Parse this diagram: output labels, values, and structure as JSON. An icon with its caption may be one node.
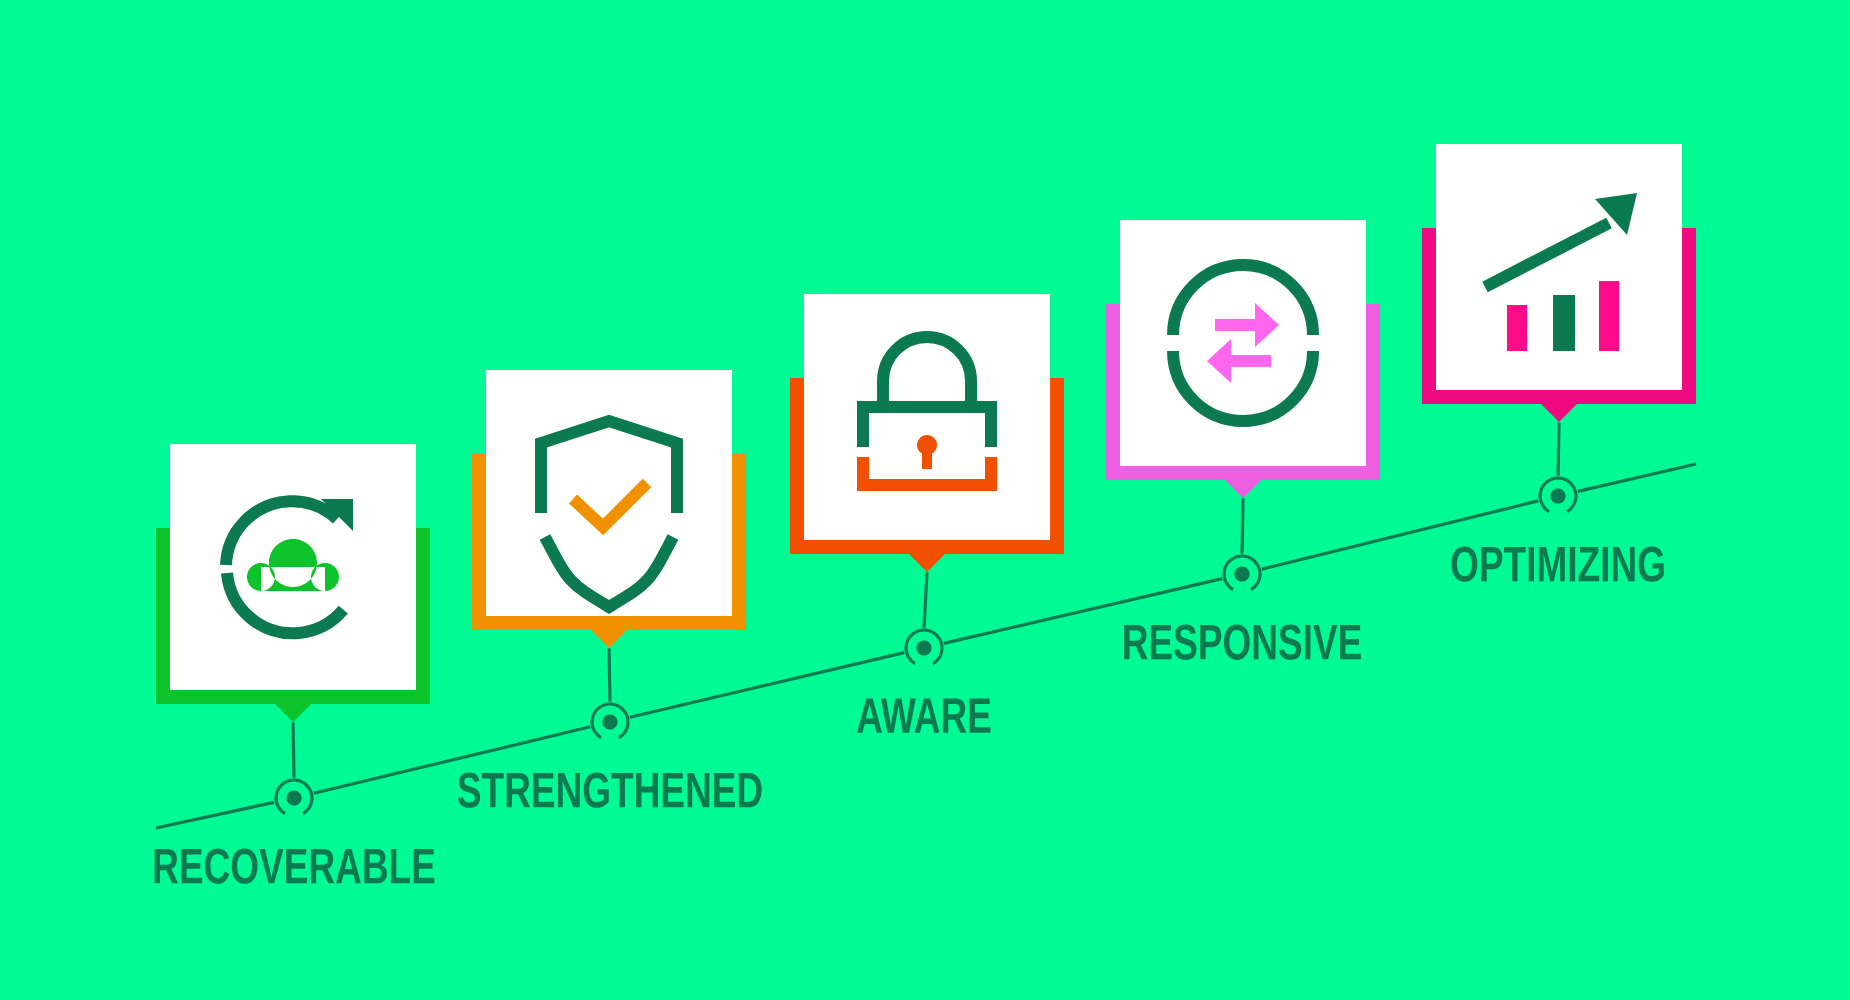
{
  "diagram": {
    "nodes": [
      {
        "text": [],
        "shape": "picture"
      },
      {
        "text": [],
        "shape": "picture"
      },
      {
        "text": [],
        "shape": "picture"
      },
      {
        "text": [],
        "shape": "picture"
      },
      {
        "text": [],
        "shape": "picture"
      },
      {
        "text": [],
        "shape": "circle",
        "beside": [
          "RECOVERABLE"
        ]
      },
      {
        "text": [],
        "shape": "circle",
        "beside": [
          "STRENGTHENED"
        ]
      },
      {
        "text": [],
        "shape": "circle",
        "beside": [
          "AWARE"
        ]
      },
      {
        "text": [],
        "shape": "circle",
        "beside": [
          "RESPONSIVE"
        ]
      },
      {
        "text": [],
        "shape": "circle",
        "beside": [
          "OPTIMIZING"
        ]
      }
    ],
    "edges": [
      {
        "from": 0,
        "to": 5,
        "arrow": "none"
      },
      {
        "from": 1,
        "to": 6,
        "arrow": "none"
      },
      {
        "from": 2,
        "to": 7,
        "arrow": "none"
      },
      {
        "from": 3,
        "to": 8,
        "arrow": "none"
      },
      {
        "from": 4,
        "to": 9,
        "arrow": "none"
      },
      {
        "from": null,
        "to": 5,
        "arrow": "none"
      },
      {
        "from": 5,
        "to": 6,
        "arrow": "none"
      },
      {
        "from": 6,
        "to": 7,
        "arrow": "none"
      },
      {
        "from": 7,
        "to": 8,
        "arrow": "none"
      },
      {
        "from": 8,
        "to": 9,
        "arrow": "none"
      },
      {
        "from": 9,
        "to": null,
        "arrow": "none"
      }
    ]
  }
}
